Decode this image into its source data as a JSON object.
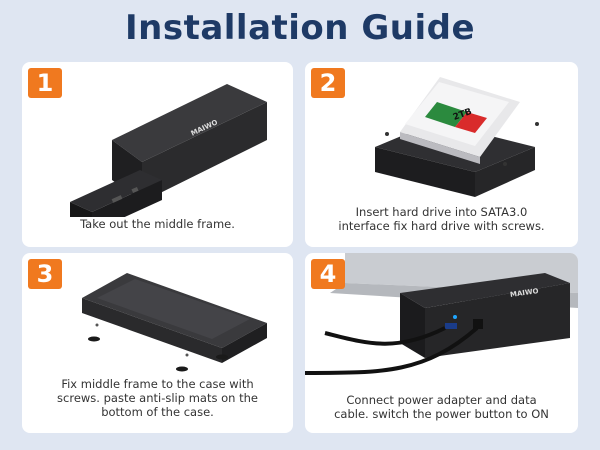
{
  "header": {
    "title": "Installation Guide"
  },
  "brand": {
    "accent": "#f0791f",
    "title_color": "#1e3a66"
  },
  "steps": [
    {
      "number": "1",
      "caption_lines": [
        "Take out the middle frame."
      ]
    },
    {
      "number": "2",
      "caption_lines": [
        "Insert hard drive into SATA3.0",
        "interface fix hard drive with screws."
      ]
    },
    {
      "number": "3",
      "caption_lines": [
        "Fix middle frame to the case with",
        "screws. paste anti-slip mats on the",
        "bottom of the case."
      ]
    },
    {
      "number": "4",
      "caption_lines": [
        "Connect power adapter and data",
        "cable. switch the power button to ON"
      ]
    }
  ],
  "product": {
    "logo": "MAIWO"
  },
  "drive_label": {
    "capacity": "2TB"
  }
}
